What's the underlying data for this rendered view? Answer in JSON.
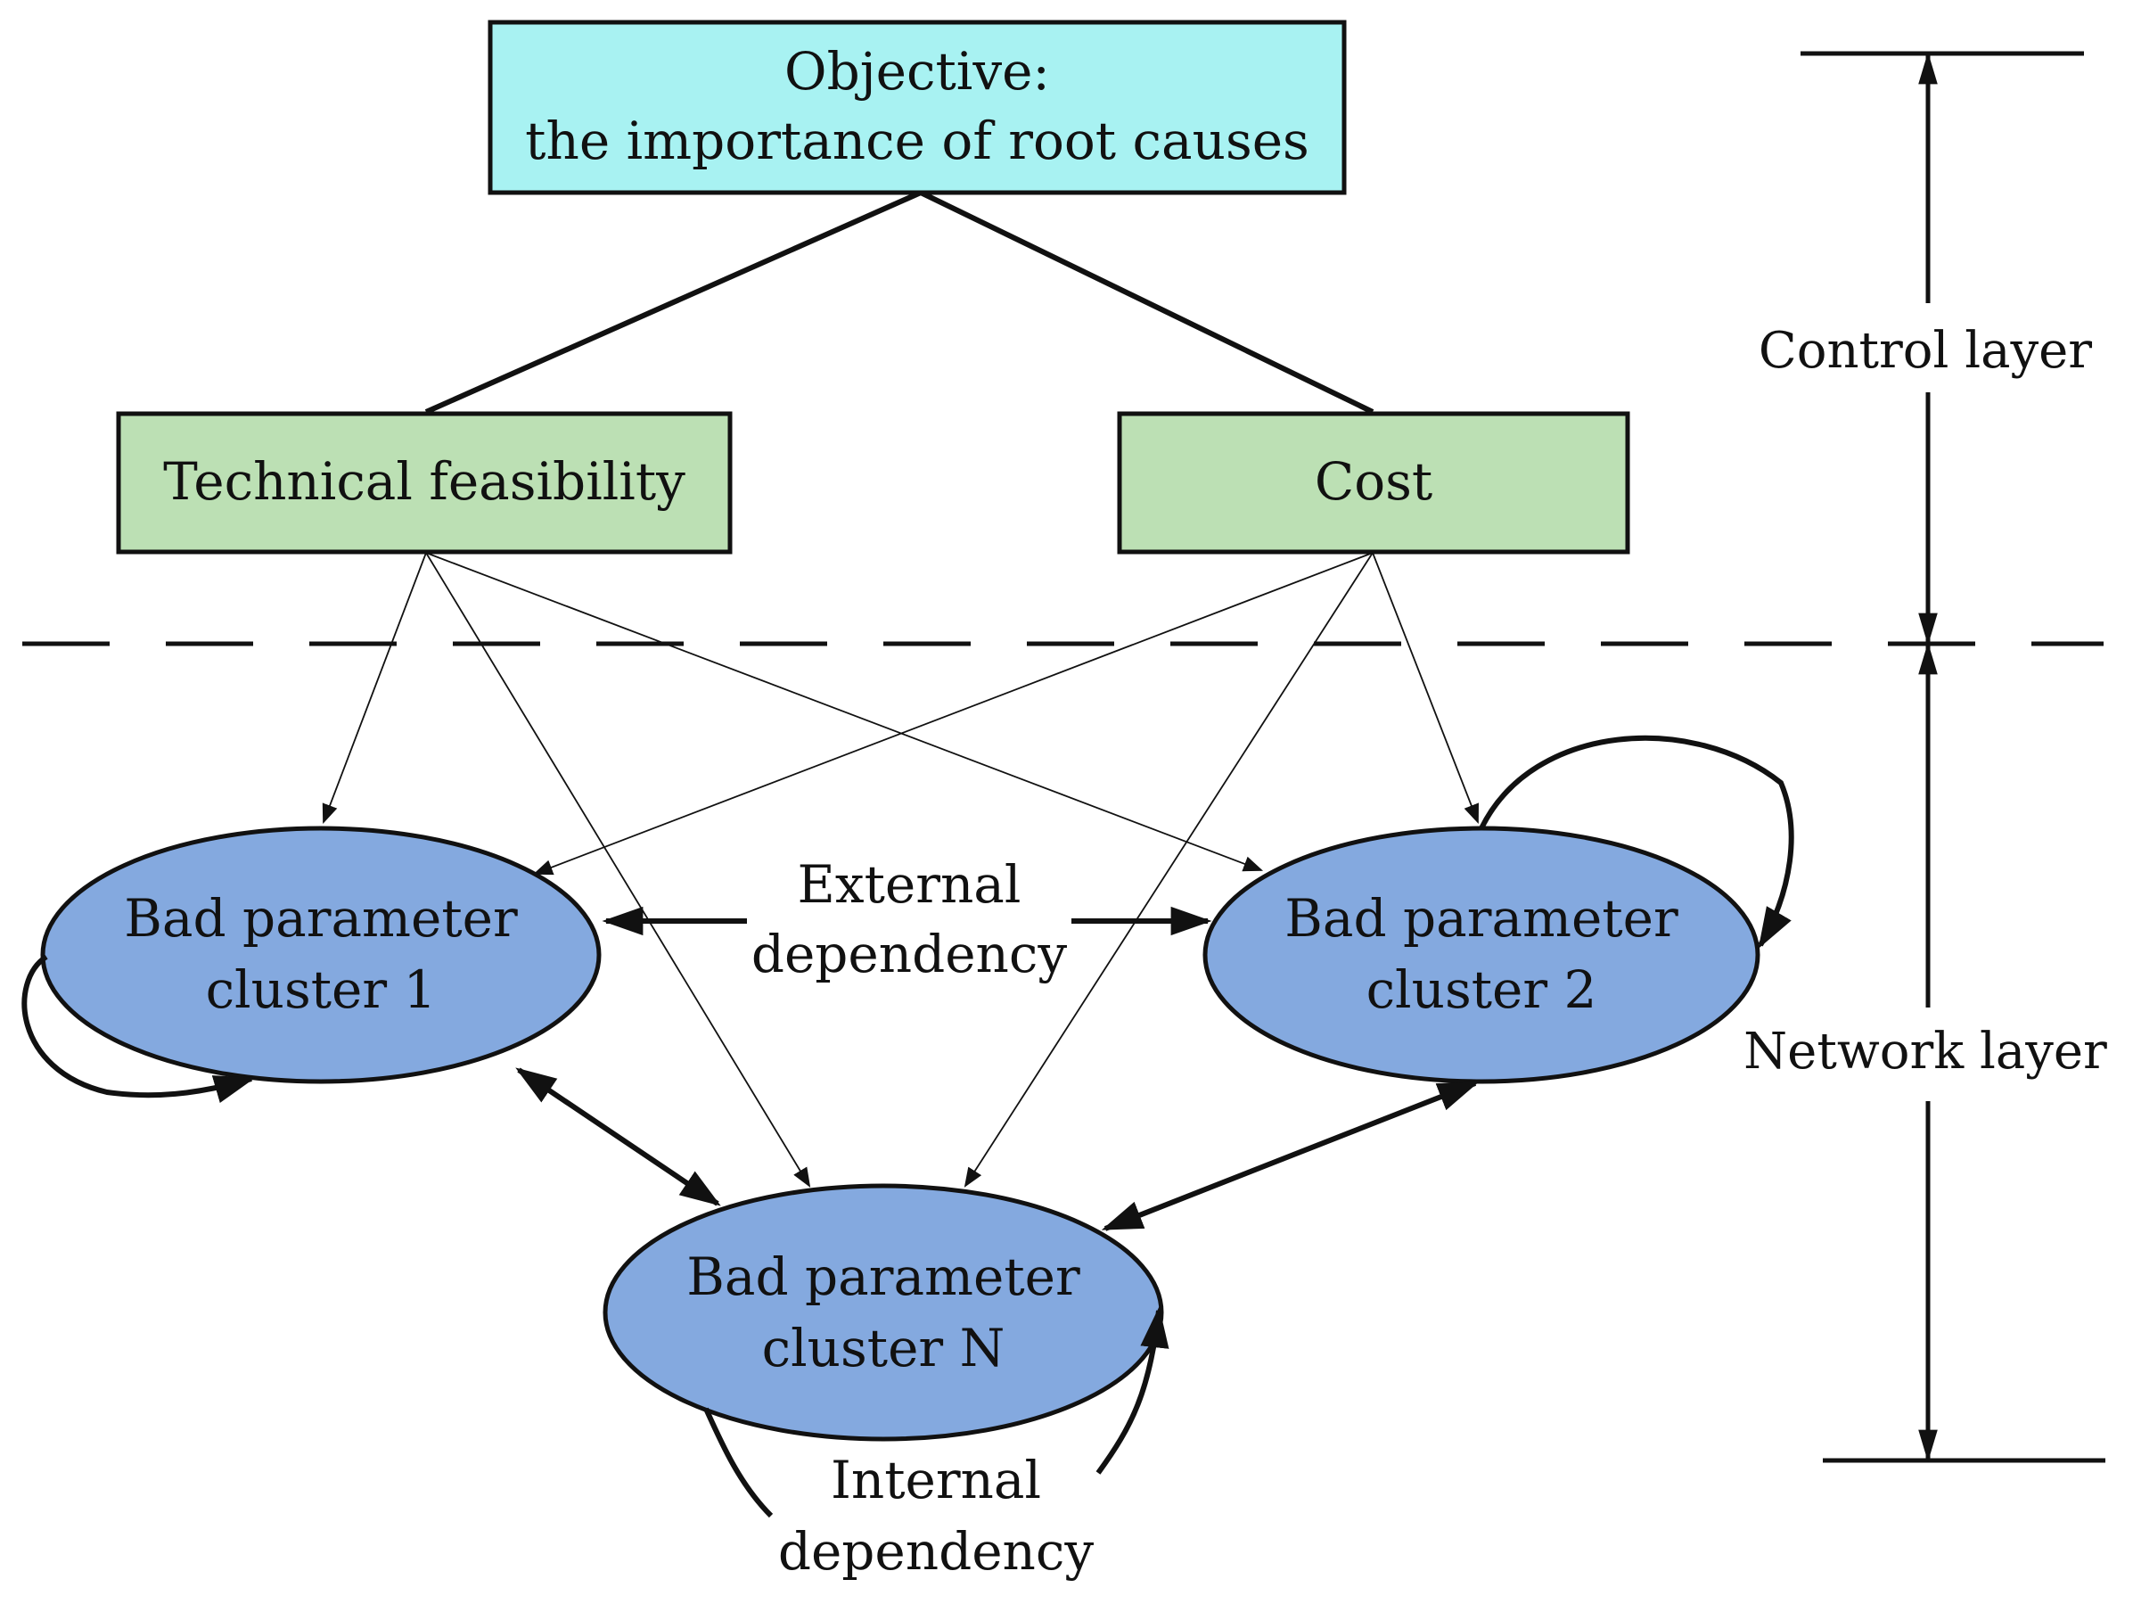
{
  "objective": {
    "line1": "Objective:",
    "line2": "the importance of root causes"
  },
  "criteria": {
    "technical": "Technical feasibility",
    "cost": "Cost"
  },
  "clusters": {
    "c1": {
      "line1": "Bad parameter",
      "line2": "cluster 1"
    },
    "c2": {
      "line1": "Bad parameter",
      "line2": "cluster 2"
    },
    "cn": {
      "line1": "Bad parameter",
      "line2": "cluster N"
    }
  },
  "labels": {
    "external_line1": "External",
    "external_line2": "dependency",
    "internal_line1": "Internal",
    "internal_line2": "dependency",
    "control_layer": "Control layer",
    "network_layer": "Network layer"
  },
  "colors": {
    "objective_fill": "#A8F2F2",
    "criteria_fill": "#BCE0B4",
    "cluster_fill": "#84A9DF",
    "stroke": "#111111"
  }
}
